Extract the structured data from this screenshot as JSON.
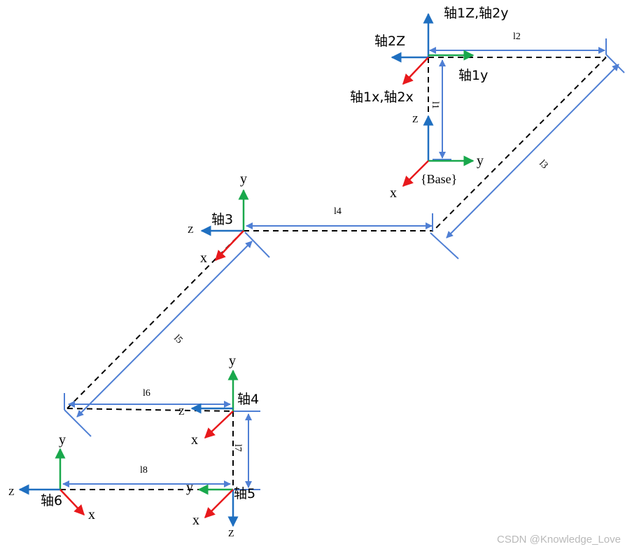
{
  "colors": {
    "z_axis": "#1f6fc0",
    "y_axis": "#19a84c",
    "x_axis": "#e8191c",
    "dimension": "#4f7fd4",
    "dashed_link": "#000000"
  },
  "frames": {
    "base": {
      "label": "{Base}",
      "z": "Z",
      "y": "y",
      "x": "x"
    },
    "top": {
      "z_label": "轴1Z,轴2y",
      "left_label": "轴2Z",
      "y_label": "轴1y",
      "x_label": "轴1x,轴2x"
    },
    "axis3": {
      "name": "轴3",
      "y": "y",
      "z": "Z",
      "x": "x"
    },
    "axis4": {
      "name": "轴4",
      "y": "y",
      "z": "Z",
      "x": "x"
    },
    "axis5": {
      "name": "轴5",
      "y": "y",
      "x": "x",
      "z": "Z"
    },
    "axis6": {
      "name": "轴6",
      "y": "y",
      "z": "Z",
      "x": "x"
    }
  },
  "dimensions": {
    "l1": "l1",
    "l2": "l2",
    "l3": "l3",
    "l4": "l4",
    "l5": "l5",
    "l6": "l6",
    "l7": "l7",
    "l8": "l8"
  },
  "watermark": "CSDN @Knowledge_Love"
}
